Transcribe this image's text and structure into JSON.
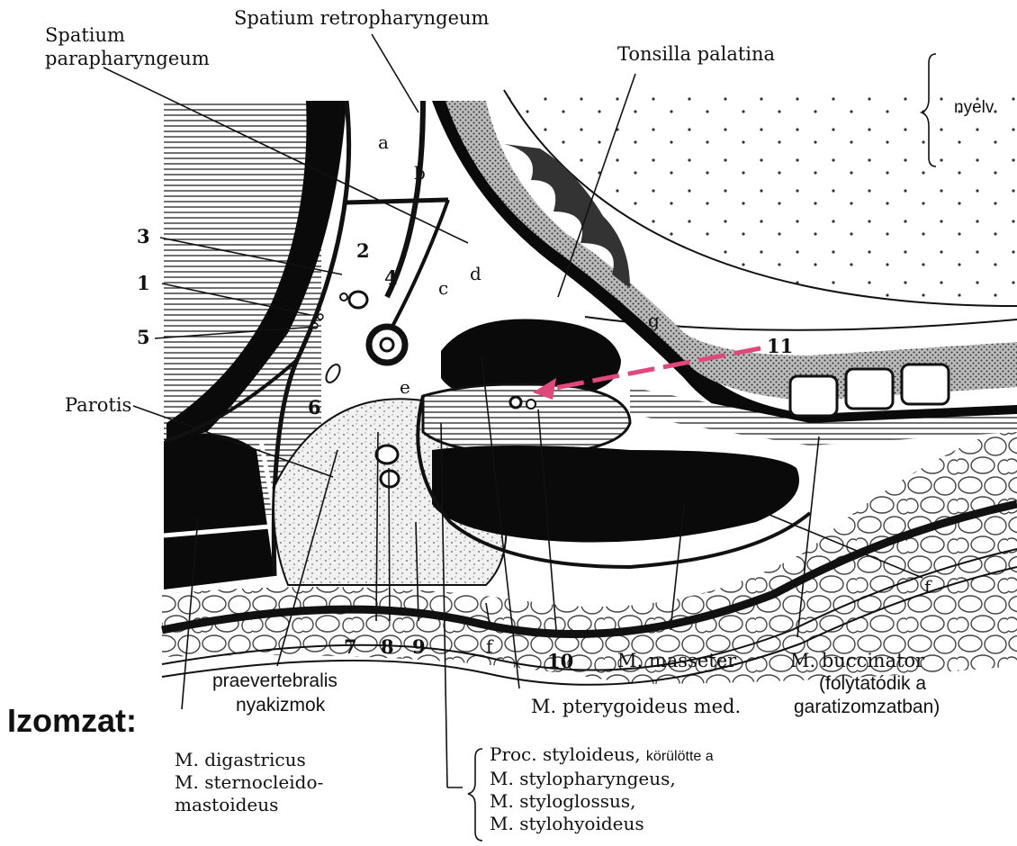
{
  "labels": {
    "spatium_retro": "Spatium retropharyngeum",
    "spatium_para_1": "Spatium",
    "spatium_para_2": "parapharyngeum",
    "tonsilla": "Tonsilla palatina",
    "nyelv": "nyelv",
    "parotis": "Parotis",
    "masseter": "M. masseter",
    "buccinator_1": "M. buccinator",
    "buccinator_2": "(folytatódik a",
    "buccinator_3": "garatizomzatban)",
    "praevert_1": "praevertebralis",
    "praevert_2": "nyakizmok",
    "pterygoideus": "M. pterygoideus med.",
    "izomzat": "Izomzat:"
  },
  "numbers": [
    "1",
    "2",
    "3",
    "4",
    "5",
    "6",
    "7",
    "8",
    "9",
    "10",
    "11"
  ],
  "letters": [
    "a",
    "b",
    "c",
    "d",
    "e",
    "f",
    "g"
  ],
  "digastricus": [
    "M. digastricus",
    "M. sternocleido-",
    "mastoideus"
  ],
  "stylo": {
    "line1_serif": "Proc. styloideus,",
    "line1_sans": "körülötte a",
    "line2": "M. stylopharyngeus,",
    "line3": "M. styloglossus,",
    "line4": "M. stylohyoideus"
  },
  "colors": {
    "arrow": "#e0487c",
    "ink": "#111111",
    "paper": "#ffffff"
  }
}
